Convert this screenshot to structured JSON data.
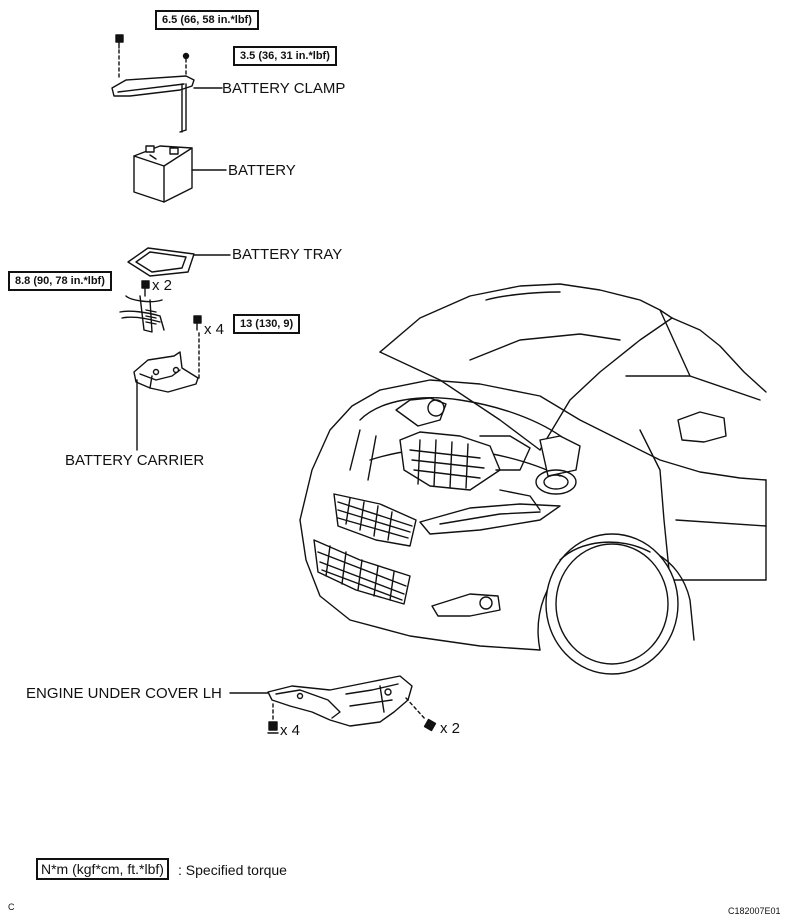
{
  "torques": {
    "clamp_bolt": "6.5 (66, 58 in.*lbf)",
    "clamp_nut": "3.5 (36, 31 in.*lbf)",
    "tray_bolt": "8.8 (90, 78 in.*lbf)",
    "carrier_bolt": "13 (130, 9)"
  },
  "labels": {
    "battery_clamp": "BATTERY CLAMP",
    "battery": "BATTERY",
    "battery_tray": "BATTERY TRAY",
    "battery_carrier": "BATTERY CARRIER",
    "engine_under_cover": "ENGINE UNDER COVER LH"
  },
  "quantities": {
    "tray_bolts": "x 2",
    "carrier_bolts": "x 4",
    "cover_clips": "x 4",
    "cover_bolts": "x 2"
  },
  "legend": {
    "box": "N*m (kgf*cm, ft.*lbf)",
    "text": ": Specified torque"
  },
  "corner_left": "C",
  "corner_right": "C182007E01"
}
